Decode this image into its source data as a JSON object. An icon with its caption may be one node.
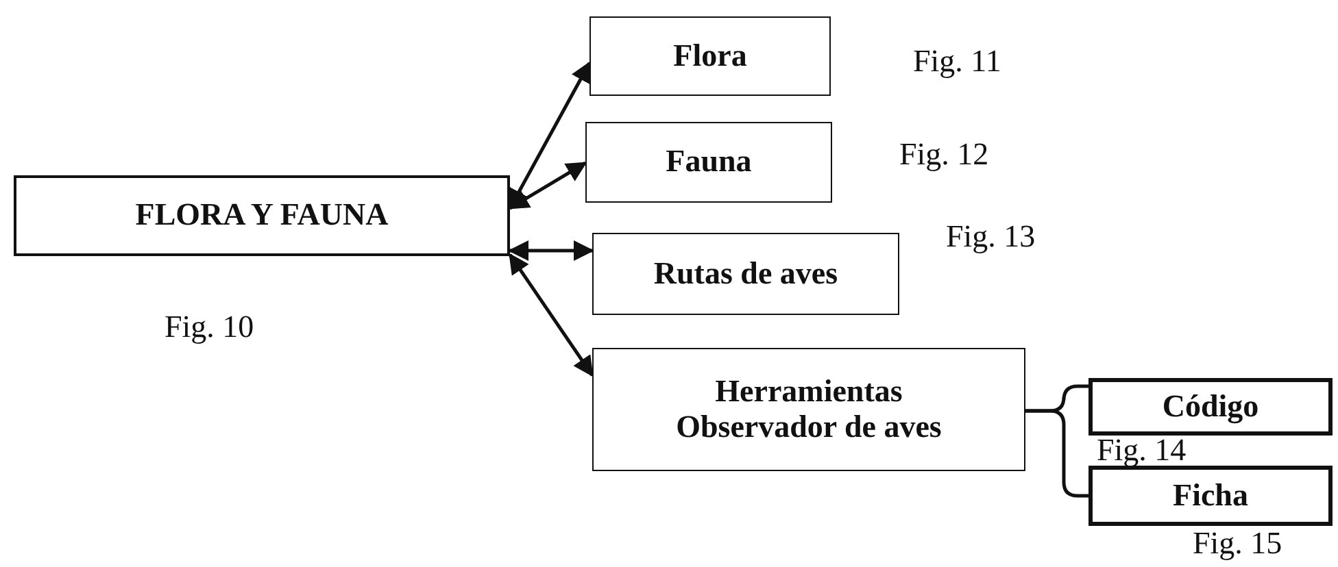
{
  "diagram": {
    "nodes": [
      {
        "text": [
          "FLORA Y FAUNA"
        ],
        "beside": [
          "Fig. 10"
        ]
      },
      {
        "text": [
          "Flora"
        ],
        "beside": [
          "Fig. 11"
        ]
      },
      {
        "text": [
          "Fauna"
        ],
        "beside": [
          "Fig. 12"
        ]
      },
      {
        "text": [
          "Rutas de aves"
        ],
        "beside": [
          "Fig. 13"
        ]
      },
      {
        "text": [
          "Herramientas Observador de aves"
        ]
      },
      {
        "text": [
          "Código"
        ],
        "beside": [
          "Fig. 14"
        ]
      },
      {
        "text": [
          "Ficha"
        ],
        "beside": [
          "Fig. 15"
        ]
      }
    ],
    "edges": [
      {
        "from": 0,
        "to": 1,
        "arrow": "both"
      },
      {
        "from": 0,
        "to": 2,
        "arrow": "both"
      },
      {
        "from": 0,
        "to": 3,
        "arrow": "both"
      },
      {
        "from": 0,
        "to": 4,
        "arrow": "both"
      },
      {
        "from": 4,
        "to": 5,
        "arrow": "none"
      },
      {
        "from": 4,
        "to": 6,
        "arrow": "none"
      }
    ]
  }
}
